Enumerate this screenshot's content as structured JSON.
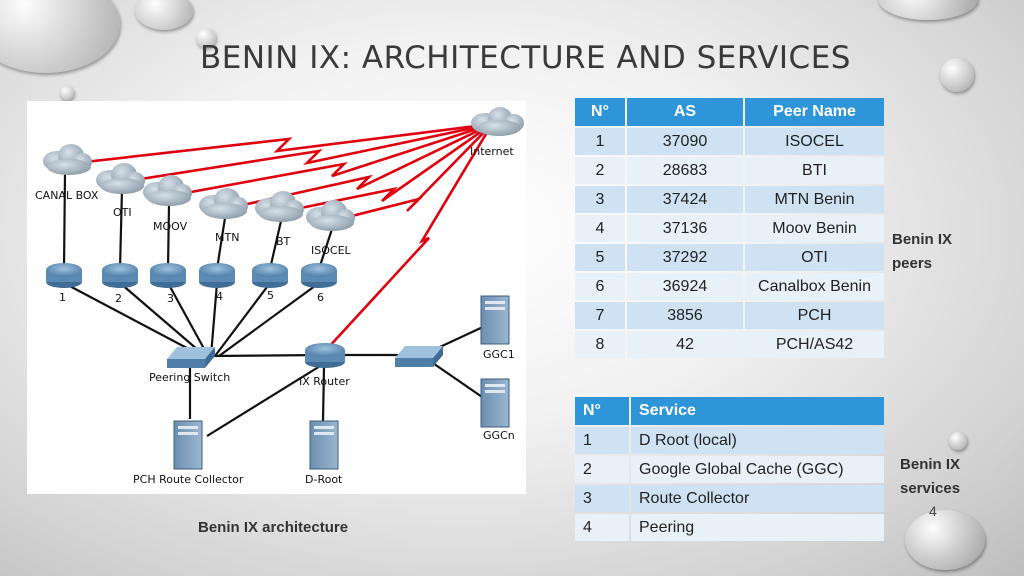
{
  "slide": {
    "title": "BENIN IX: ARCHITECTURE AND SERVICES",
    "diagram_caption": "Benin IX architecture",
    "peers_label_1": "Benin IX",
    "peers_label_2": "peers",
    "services_label_1": "Benin IX",
    "services_label_2": "services",
    "slide_number": "4"
  },
  "diagram": {
    "internet": "Internet",
    "clouds": [
      "CANAL BOX",
      "OTI",
      "MOOV",
      "MTN",
      "BT",
      "ISOCEL"
    ],
    "routers": [
      "1",
      "2",
      "3",
      "4",
      "5",
      "6"
    ],
    "peering_switch": "Peering Switch",
    "ix_router": "IX Router",
    "ggc1": "GGC1",
    "ggcn": "GGCn",
    "pch": "PCH Route Collector",
    "droot": "D-Root"
  },
  "peers_table": {
    "headers": [
      "N°",
      "AS",
      "Peer Name"
    ],
    "rows": [
      [
        "1",
        "37090",
        "ISOCEL"
      ],
      [
        "2",
        "28683",
        "BTI"
      ],
      [
        "3",
        "37424",
        "MTN Benin"
      ],
      [
        "4",
        "37136",
        "Moov Benin"
      ],
      [
        "5",
        "37292",
        "OTI"
      ],
      [
        "6",
        "36924",
        "Canalbox Benin"
      ],
      [
        "7",
        "3856",
        "PCH"
      ],
      [
        "8",
        "42",
        "PCH/AS42"
      ]
    ]
  },
  "services_table": {
    "headers": [
      "N°",
      "Service"
    ],
    "rows": [
      [
        "1",
        "D Root (local)"
      ],
      [
        "2",
        "Google Global Cache (GGC)"
      ],
      [
        "3",
        "Route Collector"
      ],
      [
        "4",
        "Peering"
      ]
    ]
  },
  "colors": {
    "header_blue": "#2f95d9",
    "row_blue": "#cfe2f3",
    "row_light": "#e8f0f8",
    "link_red": "#e0000d"
  }
}
